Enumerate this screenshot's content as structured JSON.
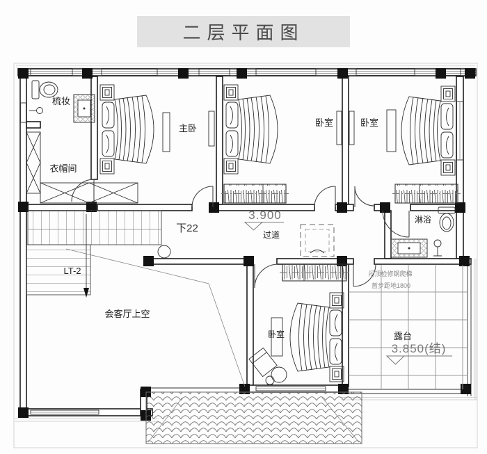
{
  "title": "二层平面图",
  "rooms": {
    "dressing": "梳妆",
    "cloakroom": "衣帽间",
    "master_bedroom": "主卧",
    "bedroom_mid": "卧室",
    "bedroom_right": "卧室",
    "bedroom_bottom": "卧室",
    "shower": "淋浴",
    "corridor": "过道",
    "living_void": "会客厅上空",
    "terrace": "露台"
  },
  "stairs": {
    "direction": "下22",
    "id": "LT-2"
  },
  "elevations": {
    "corridor_level": "3.900",
    "terrace_level": "3.850(结)"
  },
  "notes": {
    "ladder_1": "闷顶检修钢爬梯",
    "ladder_2": "首步距地1800"
  },
  "colors": {
    "banner_bg": "#e2e2e2",
    "banner_text": "#4a4a4a",
    "wall_line": "#1f1f1f",
    "furniture_line": "#2e2e2e",
    "faint_line": "#d2d2d2",
    "paper": "#ffffff"
  }
}
